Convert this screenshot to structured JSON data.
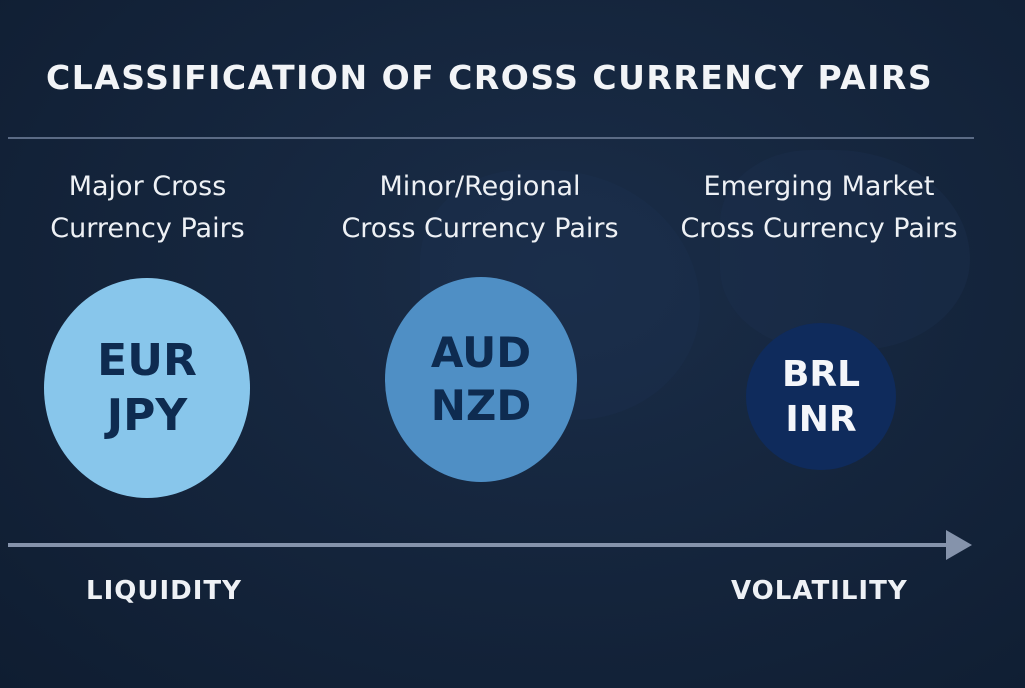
{
  "title": "CLASSIFICATION OF CROSS CURRENCY PAIRS",
  "categories": [
    {
      "label": "Major Cross\nCurrency Pairs",
      "pair": [
        "EUR",
        "JPY"
      ],
      "color": "#88c6eb"
    },
    {
      "label": "Minor/Regional\nCross Currency Pairs",
      "pair": [
        "AUD",
        "NZD"
      ],
      "color": "#4f8fc5"
    },
    {
      "label": "Emerging Market\nCross Currency Pairs",
      "pair": [
        "BRL",
        "INR"
      ],
      "color": "#0f2b5c"
    }
  ],
  "axis": {
    "left_label": "LIQUIDITY",
    "right_label": "VOLATILITY"
  }
}
